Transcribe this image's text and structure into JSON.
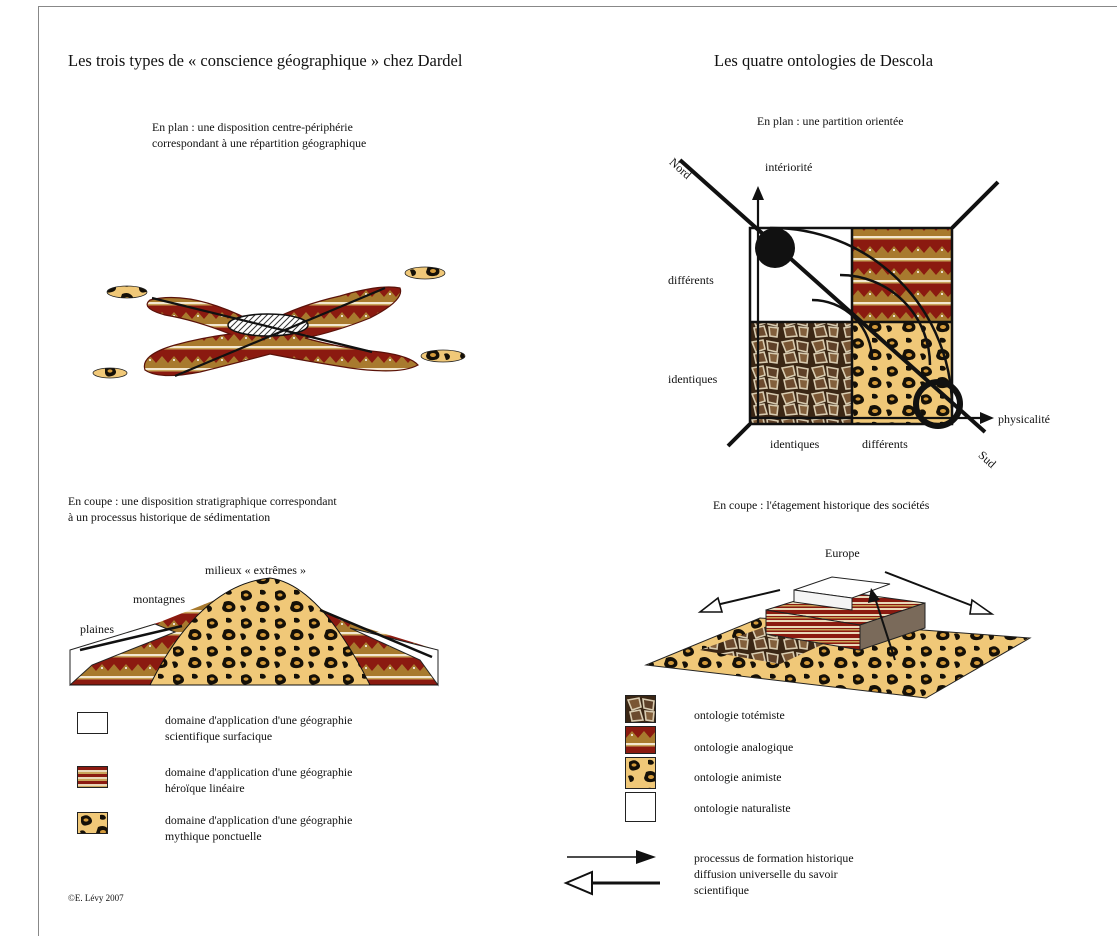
{
  "left": {
    "title": "Les trois types de « conscience géographique » chez Dardel",
    "plan_caption_1": "En plan : une disposition centre-périphérie",
    "plan_caption_2": "correspondant à une répartition géographique",
    "section_caption_1": "En coupe : une disposition stratigraphique correspondant",
    "section_caption_2": "à un processus historique de sédimentation",
    "label_extremes": "milieux « extrêmes »",
    "label_montagnes": "montagnes",
    "label_plaines": "plaines",
    "legend": [
      {
        "line1": "domaine d'application d'une géographie",
        "line2": "scientifique surfacique"
      },
      {
        "line1": "domaine d'application d'une géographie",
        "line2": "héroïque linéaire"
      },
      {
        "line1": "domaine d'application d'une géographie",
        "line2": "mythique ponctuelle"
      }
    ],
    "copyright": "©E. Lévy 2007"
  },
  "right": {
    "title": "Les quatre ontologies de Descola",
    "plan_caption": "En plan : une partition orientée",
    "label_nord": "Nord",
    "label_sud": "Sud",
    "axis_y": "intériorité",
    "axis_x": "physicalité",
    "y_different": "différents",
    "y_identical": "identiques",
    "x_identical": "identiques",
    "x_different": "différents",
    "section_caption": "En coupe : l'étagement historique des sociétés",
    "label_europe": "Europe",
    "legend": [
      {
        "label": "ontologie totémiste"
      },
      {
        "label": "ontologie analogique"
      },
      {
        "label": "ontologie animiste"
      },
      {
        "label": "ontologie naturaliste"
      }
    ],
    "arrows": [
      {
        "label": "processus de formation historique"
      },
      {
        "label": "diffusion universelle du savoir"
      },
      {
        "label": "scientifique"
      }
    ]
  },
  "colors": {
    "dark_red": "#8b1a10",
    "red": "#b0261a",
    "ochre": "#a87a2e",
    "tan": "#c9a45a",
    "leopard_light": "#f0c878",
    "leopard_dark": "#151007",
    "turtle_brown": "#6b4a2e",
    "turtle_light": "#d8cbb0"
  }
}
